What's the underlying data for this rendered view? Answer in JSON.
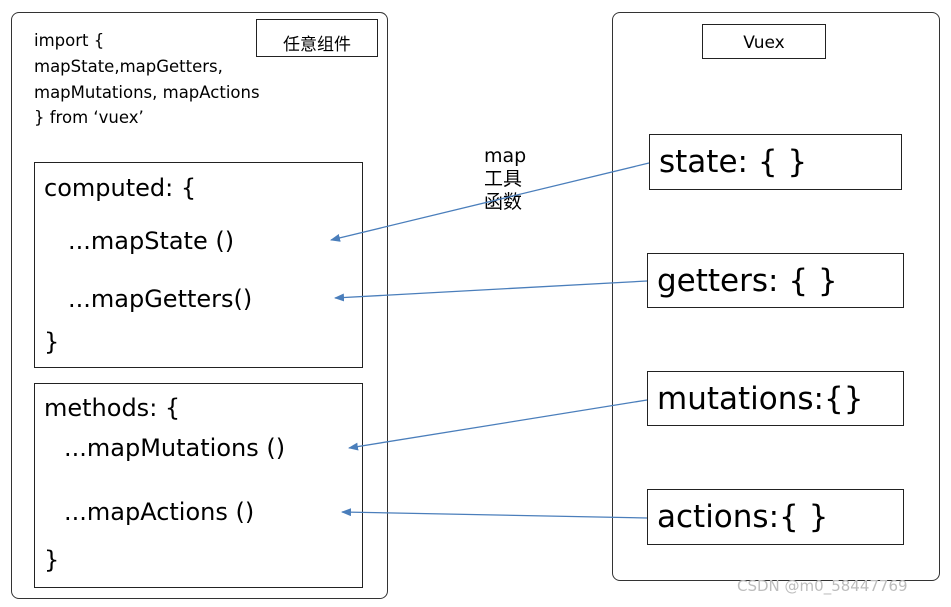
{
  "left": {
    "title": "任意组件",
    "import_lines": [
      "import {",
      "mapState,mapGetters,",
      "mapMutations, mapActions",
      "} from ‘vuex’"
    ],
    "computed": {
      "open": "computed: {",
      "items": [
        "...mapState ()",
        "...mapGetters()"
      ],
      "close": "}"
    },
    "methods": {
      "open": "methods: {",
      "items": [
        "...mapMutations ()",
        "...mapActions ()"
      ],
      "close": "}"
    }
  },
  "right": {
    "title": "Vuex",
    "items": [
      "state: { }",
      "getters: { }",
      "mutations:{}",
      "actions:{ }"
    ]
  },
  "map_label": [
    "map",
    "工具",
    "函数"
  ],
  "watermark": "CSDN @m0_58447769",
  "colors": {
    "arrow": "#4a7ebb",
    "border": "#222222"
  }
}
